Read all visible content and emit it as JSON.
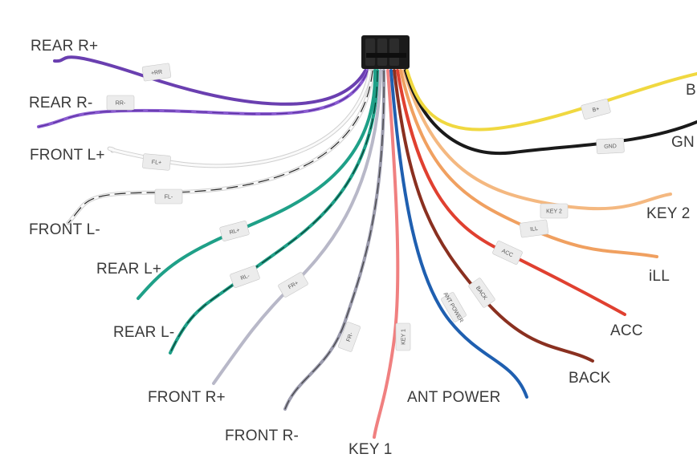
{
  "wires": [
    {
      "id": "rear-r-plus",
      "label": "REAR R+",
      "color": "#6a3fb0",
      "stripe": null,
      "tag": "+RR"
    },
    {
      "id": "rear-r-minus",
      "label": "REAR R-",
      "color": "#8a5cd0",
      "stripe": "#5a2ea0",
      "tag": "RR-"
    },
    {
      "id": "front-l-plus",
      "label": "FRONT L+",
      "color": "#f2f2f2",
      "stripe": null,
      "tag": "FL+"
    },
    {
      "id": "front-l-minus",
      "label": "FRONT L-",
      "color": "#f2f2f2",
      "stripe": "#222222",
      "tag": "FL-"
    },
    {
      "id": "rear-l-plus",
      "label": "REAR L+",
      "color": "#1fa088",
      "stripe": null,
      "tag": "RL+"
    },
    {
      "id": "rear-l-minus",
      "label": "REAR L-",
      "color": "#1fa088",
      "stripe": "#0b3b30",
      "tag": "RL-"
    },
    {
      "id": "front-r-plus",
      "label": "FRONT R+",
      "color": "#b8b8c8",
      "stripe": null,
      "tag": "FR+"
    },
    {
      "id": "front-r-minus",
      "label": "FRONT R-",
      "color": "#9a9aac",
      "stripe": "#444444",
      "tag": "FR-"
    },
    {
      "id": "key1",
      "label": "KEY 1",
      "color": "#f08080",
      "stripe": null,
      "tag": "KEY 1"
    },
    {
      "id": "ant-power",
      "label": "ANT POWER",
      "color": "#1f5fb0",
      "stripe": null,
      "tag": "ANT POWER"
    },
    {
      "id": "back",
      "label": "BACK",
      "color": "#8a3020",
      "stripe": null,
      "tag": "BACK"
    },
    {
      "id": "acc",
      "label": "ACC",
      "color": "#e04030",
      "stripe": null,
      "tag": "ACC"
    },
    {
      "id": "ill",
      "label": "iLL",
      "color": "#f0a060",
      "stripe": null,
      "tag": "ILL"
    },
    {
      "id": "key2",
      "label": "KEY 2",
      "color": "#f4b880",
      "stripe": null,
      "tag": "KEY 2"
    },
    {
      "id": "gnd",
      "label": "GN",
      "color": "#1a1a1a",
      "stripe": null,
      "tag": "GND"
    },
    {
      "id": "b-plus",
      "label": "B",
      "color": "#f0d840",
      "stripe": null,
      "tag": "B+"
    }
  ]
}
